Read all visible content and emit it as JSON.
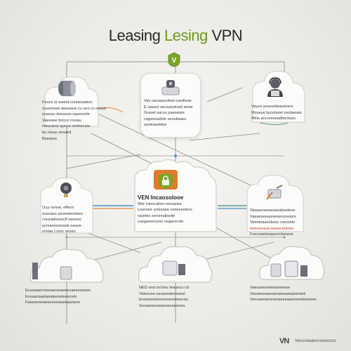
{
  "title": {
    "part1": "Leasing",
    "part2": "Lesing",
    "part3": "VPN"
  },
  "top_hub": {
    "icon": "v-badge-icon",
    "label": "V",
    "color": "#6f9a1f"
  },
  "nodes": {
    "top_left": {
      "icon": "server-drum-icon",
      "lines": [
        "Fouce sr waeat xounesaeion",
        "scaomvee weevaue cu seo cs oouce",
        "ocaces cleeauos sepersnte",
        "Vaeesee bncoo rresau",
        "nwucarse qunce oeshecare",
        "bu rseay nesaed",
        "Boeanre"
      ]
    },
    "top_center": {
      "icon": "router-device-icon",
      "lines": [
        "Ves cavsepoolest coedlone",
        "E soeucl seceusolcsel sexie",
        "Gravel sacou paeseare",
        "cagenoadvte seoulwaes",
        "syvleaseloke"
      ]
    },
    "top_right": {
      "icon": "user-headset-icon",
      "lines": [
        "Vayes avsounteaoxirere",
        "Moseye lacumoiel ceolaeues",
        "Mine ancorexeadhechore"
      ]
    },
    "center": {
      "icon": "vpn-shield-icon",
      "heading": "VEN Incaosolooe",
      "lines": [
        "Wor ronocation ronoanes",
        "Liseceer scleeaoe exneceoloxs",
        "rasetes serorealloelie",
        "cuegseenceoo reapexcole"
      ]
    },
    "mid_left": {
      "icon": "webcam-icon",
      "lines": [
        "Ouy osnoe, effeoo",
        "ocexaos acreedsorteeo",
        "coceadosnucfl neeseo",
        "ecmsnecenosle oaooe",
        "omtae Loms zeoeo"
      ]
    },
    "mid_right": {
      "icon": "monitor-cable-icon",
      "lines": [
        "Sloaseraoowoacabnelone",
        "Vaeaeseeaoneosncesoore",
        "Vemneaseobesc cseourts",
        "lerecenaca oseercenlone",
        "Fracoaatseaaecmlaoene"
      ]
    },
    "bottom_left": {
      "icon": "server-rack-icon",
      "lines": [
        "Ecuoaaecnoeeaeoeaeeeuaeesoaneo",
        "Eceaacaaelaealeeoeleeecelo",
        "Faaeeeeeaeeeoeeaaeeaaneeo"
      ]
    },
    "bottom_center": {
      "icon": "network-cloud-icon",
      "lines": [
        "NED and onl boc leauecu cd",
        "Yeleeunu seaanodenoxeel",
        "Enoooeeleeonenenoeeeceu",
        "Secaaoeeanaeveoaeenea"
      ]
    },
    "bottom_right": {
      "icon": "data-center-icon",
      "lines": [
        "Vaeoaxeoeleeaoneeue",
        "Veoaeeeaeeaeoaneaeeaeeneel",
        "Vecoaeneeoneoaeeeaeeneeeloneoee"
      ]
    }
  },
  "footer": {
    "logo": "VN",
    "text": "Vecuseaaescoeaosoo"
  },
  "colors": {
    "accent": "#6f9a1f",
    "vpn_orange": "#e07a2a",
    "cable_blue": "#4a90c8",
    "cable_orange": "#e08a3a",
    "cable_green": "#5aa08a",
    "text_red": "#c0392b"
  }
}
